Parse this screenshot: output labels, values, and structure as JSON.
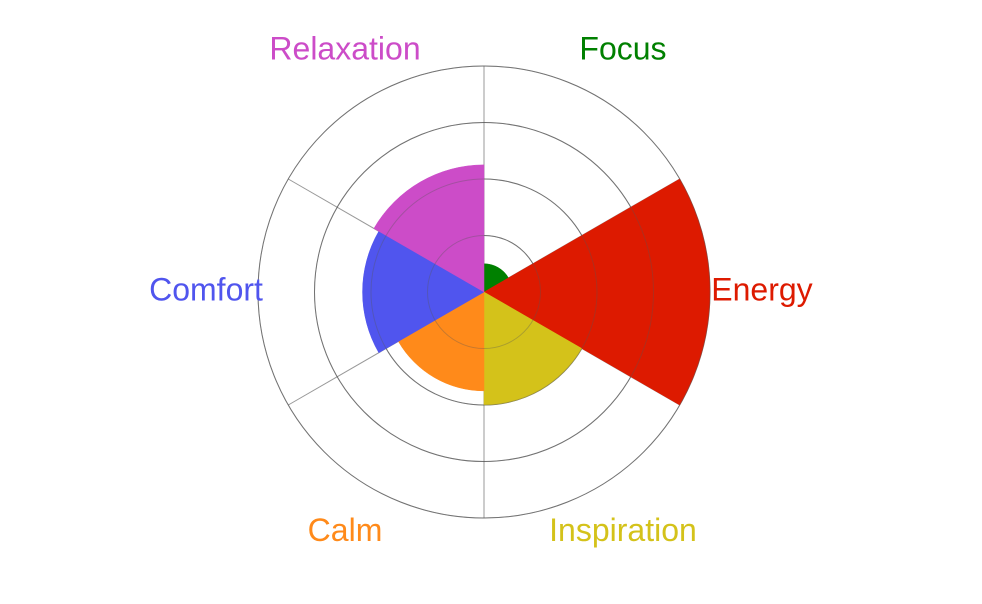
{
  "chart_data": {
    "type": "polar_area",
    "categories": [
      "Focus",
      "Energy",
      "Inspiration",
      "Calm",
      "Comfort",
      "Relaxation"
    ],
    "values": [
      1,
      8,
      4,
      3.5,
      4.3,
      4.5
    ],
    "colors": [
      "#008000",
      "#dd1a00",
      "#d4c21a",
      "#ff8a1a",
      "#5055ee",
      "#cc4cc8"
    ],
    "rlim": [
      0,
      8
    ],
    "ring_values": [
      2,
      4,
      6,
      8
    ],
    "grid": true,
    "legend": "none",
    "title": "",
    "start_direction": "north",
    "direction": "clockwise"
  }
}
